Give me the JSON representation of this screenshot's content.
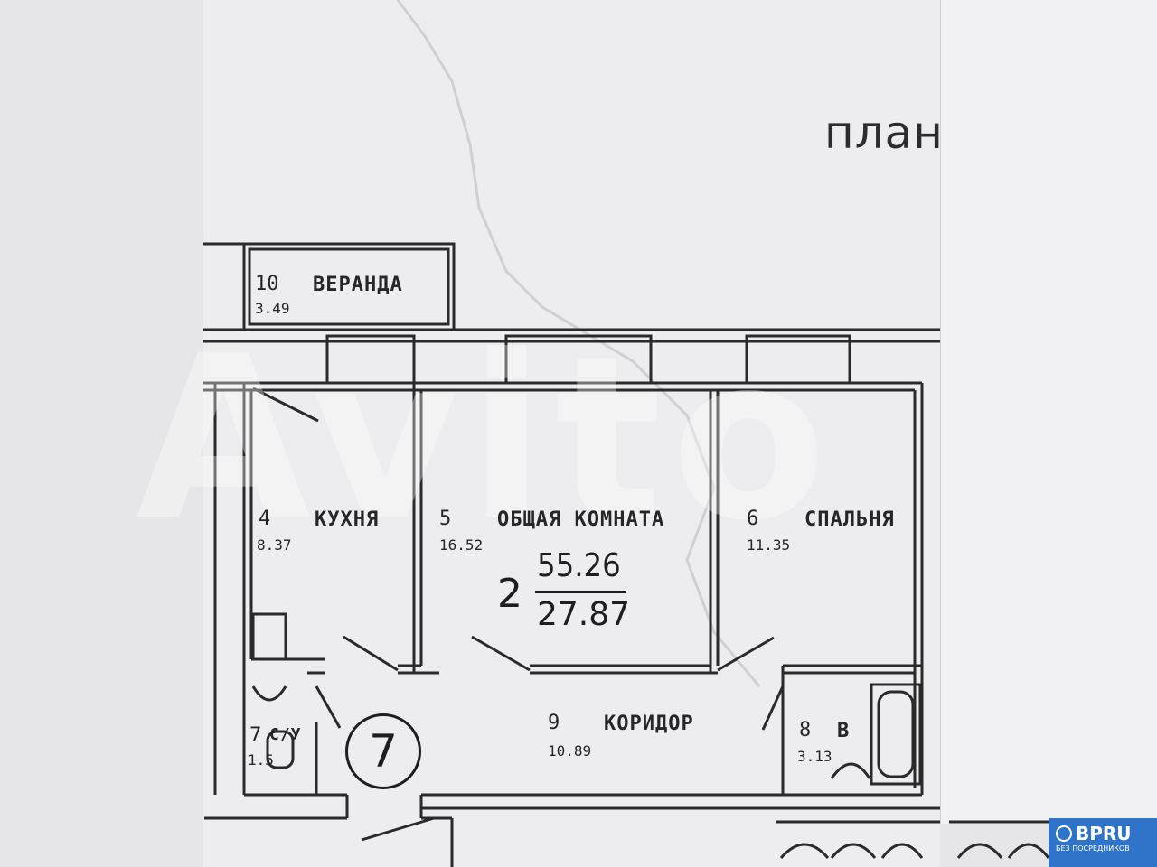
{
  "plan_title": "план",
  "rooms": [
    {
      "number": "10",
      "name": "ВЕРАНДА",
      "area": "3.49"
    },
    {
      "number": "4",
      "name": "КУХНЯ",
      "area": "8.37"
    },
    {
      "number": "5",
      "name": "ОБЩАЯ КОМНАТА",
      "area": "16.52"
    },
    {
      "number": "6",
      "name": "СПАЛЬНЯ",
      "area": "11.35"
    },
    {
      "number": "9",
      "name": "КОРИДОР",
      "area": "10.89"
    },
    {
      "number": "8",
      "name": "В",
      "area": "3.13"
    },
    {
      "number": "7",
      "name": "С/У",
      "area": "1.5"
    }
  ],
  "apartment": {
    "rooms": "2",
    "total_area": "55.26",
    "living_area": "27.87"
  },
  "unit_number": "7",
  "watermark": "Avito",
  "logo": {
    "name": "BPRU",
    "tagline": "БЕЗ ПОСРЕДНИКОВ",
    "color": "#2f74c9"
  },
  "colors": {
    "paper": "#f3f3f4",
    "ink": "#222222",
    "background": "#e4e4e6"
  }
}
